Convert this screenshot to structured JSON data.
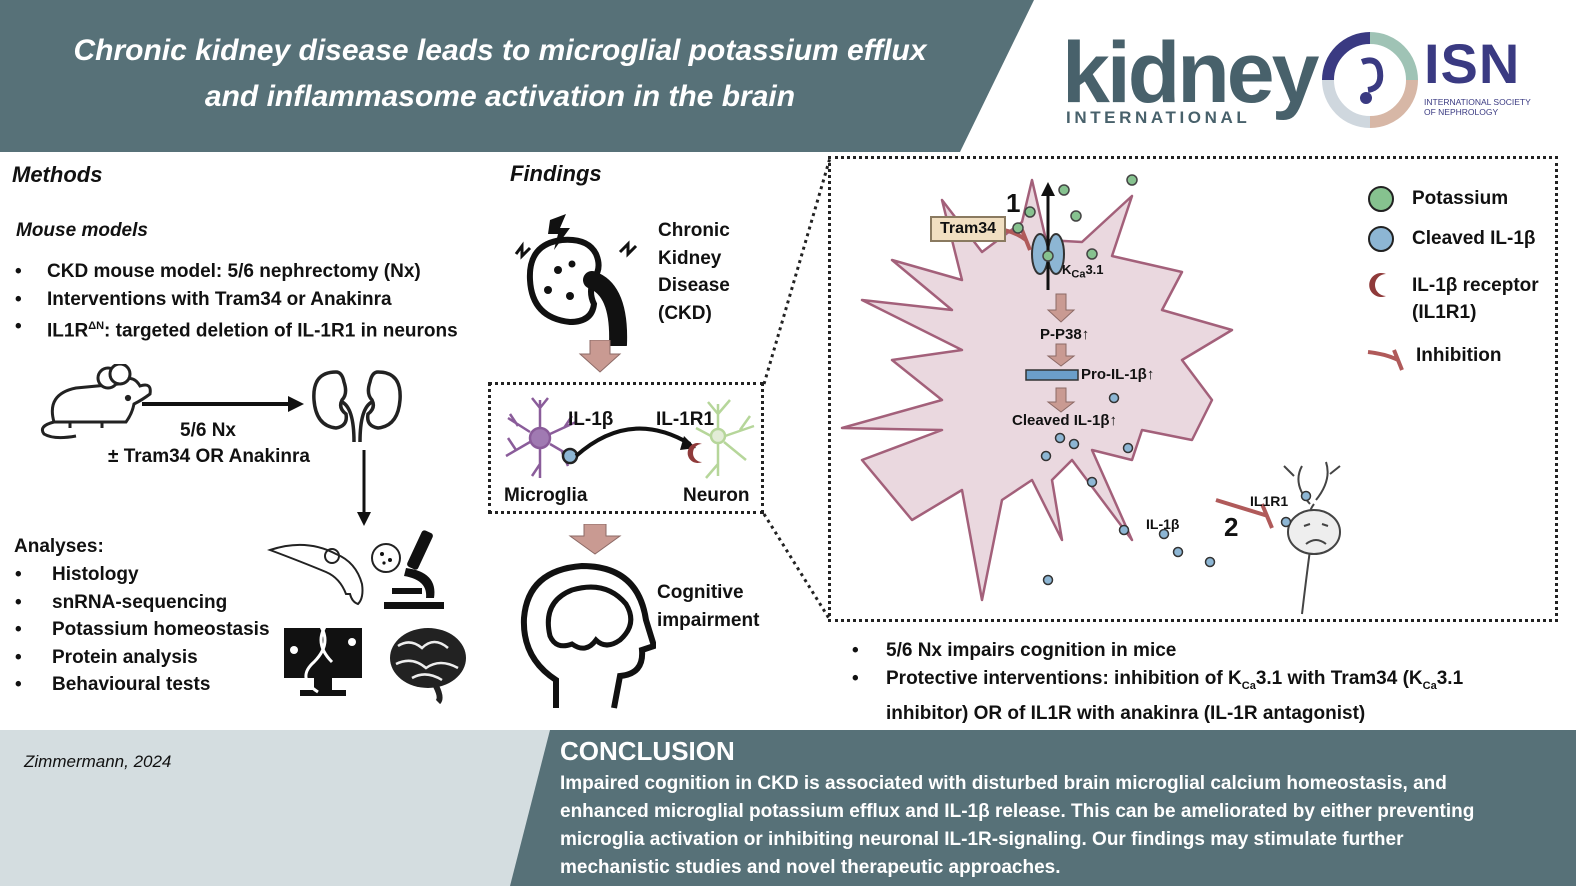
{
  "title": {
    "line1": "Chronic kidney disease leads to microglial potassium efflux",
    "line2": "and inflammasome activation in the brain"
  },
  "logos": {
    "journal_main": "kidney",
    "journal_sub": "INTERNATIONAL",
    "society_main": "ISN",
    "society_sub": "INTERNATIONAL SOCIETY OF NEPHROLOGY"
  },
  "colors": {
    "header_band": "#577178",
    "footer_left": "#d4dde0",
    "footer_right": "#577178",
    "arrow_fill": "#c99a92",
    "potassium": "#86c28f",
    "cleaved_il1b": "#8db6d4",
    "receptor": "#8f3a3a",
    "microglia_fill": "#ead8df",
    "microglia_stroke": "#a3607a"
  },
  "methods": {
    "heading": "Methods",
    "mouse_models_heading": "Mouse models",
    "bullets": [
      "CKD mouse model: 5/6 nephrectomy (Nx)",
      "Interventions with Tram34 or Anakinra",
      "targeted deletion of IL-1R1 in neurons"
    ],
    "il1r_prefix": "IL1R",
    "il1r_superscript": "ΔN",
    "il1r_suffix": ": ",
    "procedure_line1": "5/6 Nx",
    "procedure_line2": "± Tram34 OR Anakinra",
    "analyses_heading": "Analyses:",
    "analyses": [
      "Histology",
      "snRNA-sequencing",
      "Potassium homeostasis",
      "Protein analysis",
      "Behavioural tests"
    ]
  },
  "findings": {
    "heading": "Findings",
    "ckd_label": [
      "Chronic",
      "Kidney",
      "Disease",
      "(CKD)"
    ],
    "il1b_label": "IL-1β",
    "il1r1_label": "IL-1R1",
    "microglia_label": "Microglia",
    "neuron_label": "Neuron",
    "cognitive_label": [
      "Cognitive",
      "impairment"
    ]
  },
  "mechanism": {
    "tram34": "Tram34",
    "step1": "1",
    "step2": "2",
    "channel_main": "K",
    "channel_sub": "Ca",
    "channel_suffix": "3.1",
    "p38": "P-P38↑",
    "pro_il1b": "Pro-IL-1β↑",
    "cleaved_il1b": "Cleaved IL-1β↑",
    "il1b": "IL-1β",
    "il1r1": "IL1R1"
  },
  "legend": [
    {
      "label": "Potassium"
    },
    {
      "label": "Cleaved IL-1β"
    },
    {
      "label": "IL-1β receptor"
    },
    {
      "label": "(IL1R1)"
    },
    {
      "label": "Inhibition"
    }
  ],
  "results": {
    "bullet1": "5/6 Nx impairs cognition in mice",
    "b2_part1": "Protective interventions: inhibition of K",
    "b2_sub1": "Ca",
    "b2_part2": "3.1 with Tram34 (K",
    "b2_sub2": "Ca",
    "b2_part3": "3.1",
    "b2_line2": "inhibitor) OR of IL1R with anakinra (IL-1R antagonist)"
  },
  "footer": {
    "citation": "Zimmermann, 2024",
    "conclusion_title": "CONCLUSION",
    "conclusion_lines": [
      "Impaired cognition in CKD is associated with disturbed brain microglial calcium homeostasis, and",
      "enhanced microglial potassium efflux and IL-1β release. This can be ameliorated by either preventing",
      "microglia activation or inhibiting neuronal IL-1R-signaling. Our findings may stimulate further",
      "mechanistic studies and novel therapeutic approaches."
    ]
  }
}
